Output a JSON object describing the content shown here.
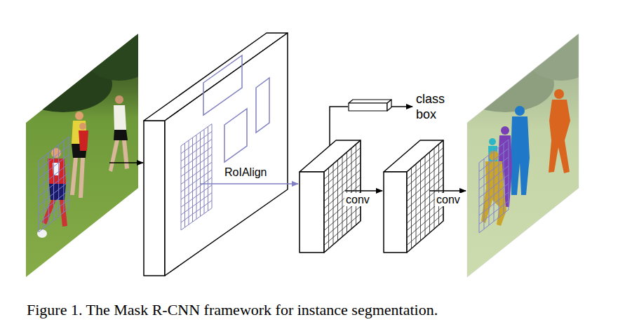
{
  "diagram": {
    "caption": "Figure 1. The Mask R-CNN framework for instance segmentation.",
    "labels": [
      "RoIAlign",
      "class box",
      "conv",
      "conv"
    ]
  }
}
